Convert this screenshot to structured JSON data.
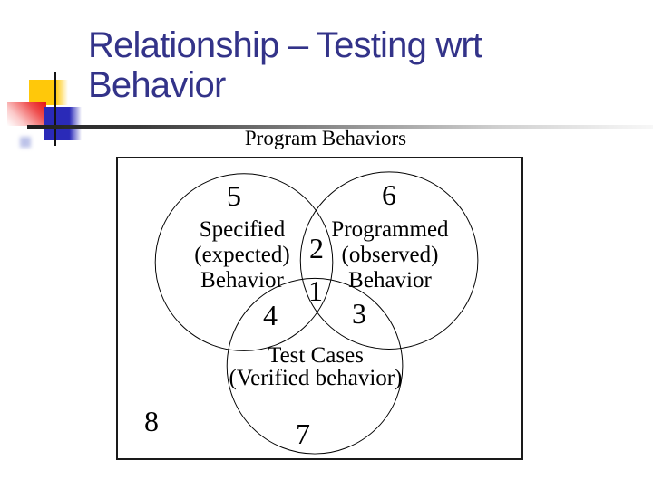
{
  "title": {
    "lines": [
      "Relationship – Testing wrt",
      "Behavior"
    ],
    "color": "#333389"
  },
  "diagram": {
    "caption": "Program Behaviors",
    "specified": {
      "lines": [
        "Specified",
        "(expected)",
        "Behavior"
      ]
    },
    "programmed": {
      "lines": [
        "Programmed",
        "(observed)",
        "Behavior"
      ]
    },
    "test_cases": {
      "lines": [
        "Test Cases",
        "(Verified behavior)"
      ]
    },
    "numbers": {
      "n1": "1",
      "n2": "2",
      "n3": "3",
      "n4": "4",
      "n5": "5",
      "n6": "6",
      "n7": "7",
      "n8": "8"
    }
  },
  "decor": {
    "yellow_square": "#ffc80a",
    "red_square": "#e51212",
    "blue_square": "#2a2ab8",
    "line_color": "#141414"
  }
}
